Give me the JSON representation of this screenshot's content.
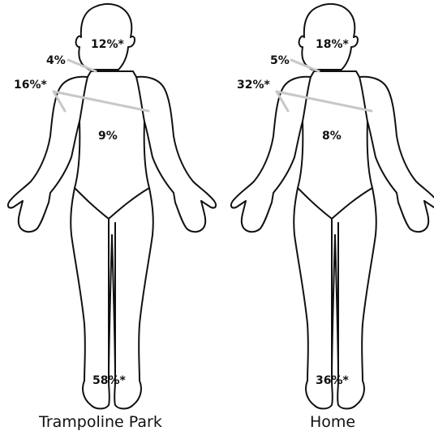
{
  "figures": [
    {
      "title": "Trampoline Park",
      "labels": {
        "head": "12%*",
        "neck": "4%",
        "upper_extremity": "16%*",
        "trunk": "9%",
        "lower_extremity": "58%*"
      }
    },
    {
      "title": "Home",
      "labels": {
        "head": "18%*",
        "neck": "5%",
        "upper_extremity": "32%*",
        "trunk": "8%",
        "lower_extremity": "36%*"
      }
    }
  ],
  "colors": {
    "outline": "#111111",
    "leader_line": "#c8c8c8",
    "background": "#ffffff"
  }
}
